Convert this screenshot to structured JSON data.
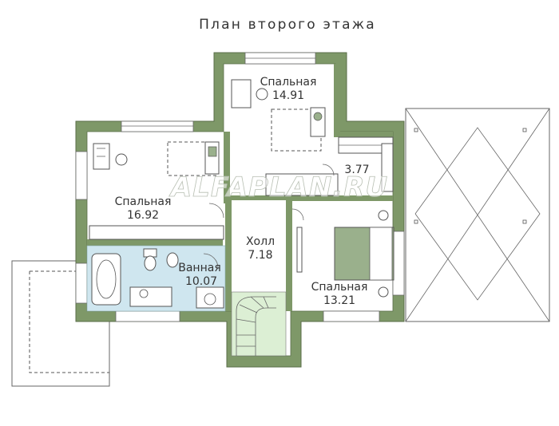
{
  "title": "План второго этажа",
  "watermark": "ALFAPLAN.RU",
  "colors": {
    "wall": "#7e9868",
    "wall_edge": "#5a6e49",
    "bathroom_floor": "#cfe6ef",
    "stair_floor": "#dcefd4",
    "text": "#333333",
    "bed_green": "#9ab08c"
  },
  "rooms": {
    "bedroom_nw": {
      "name": "Спальная",
      "area": "16.92"
    },
    "bedroom_n": {
      "name": "Спальная",
      "area": "14.91"
    },
    "closet": {
      "area": "3.77"
    },
    "hall": {
      "name": "Холл",
      "area": "7.18"
    },
    "bathroom": {
      "name": "Ванная",
      "area": "10.07"
    },
    "bedroom_se": {
      "name": "Спальная",
      "area": "13.21"
    }
  }
}
